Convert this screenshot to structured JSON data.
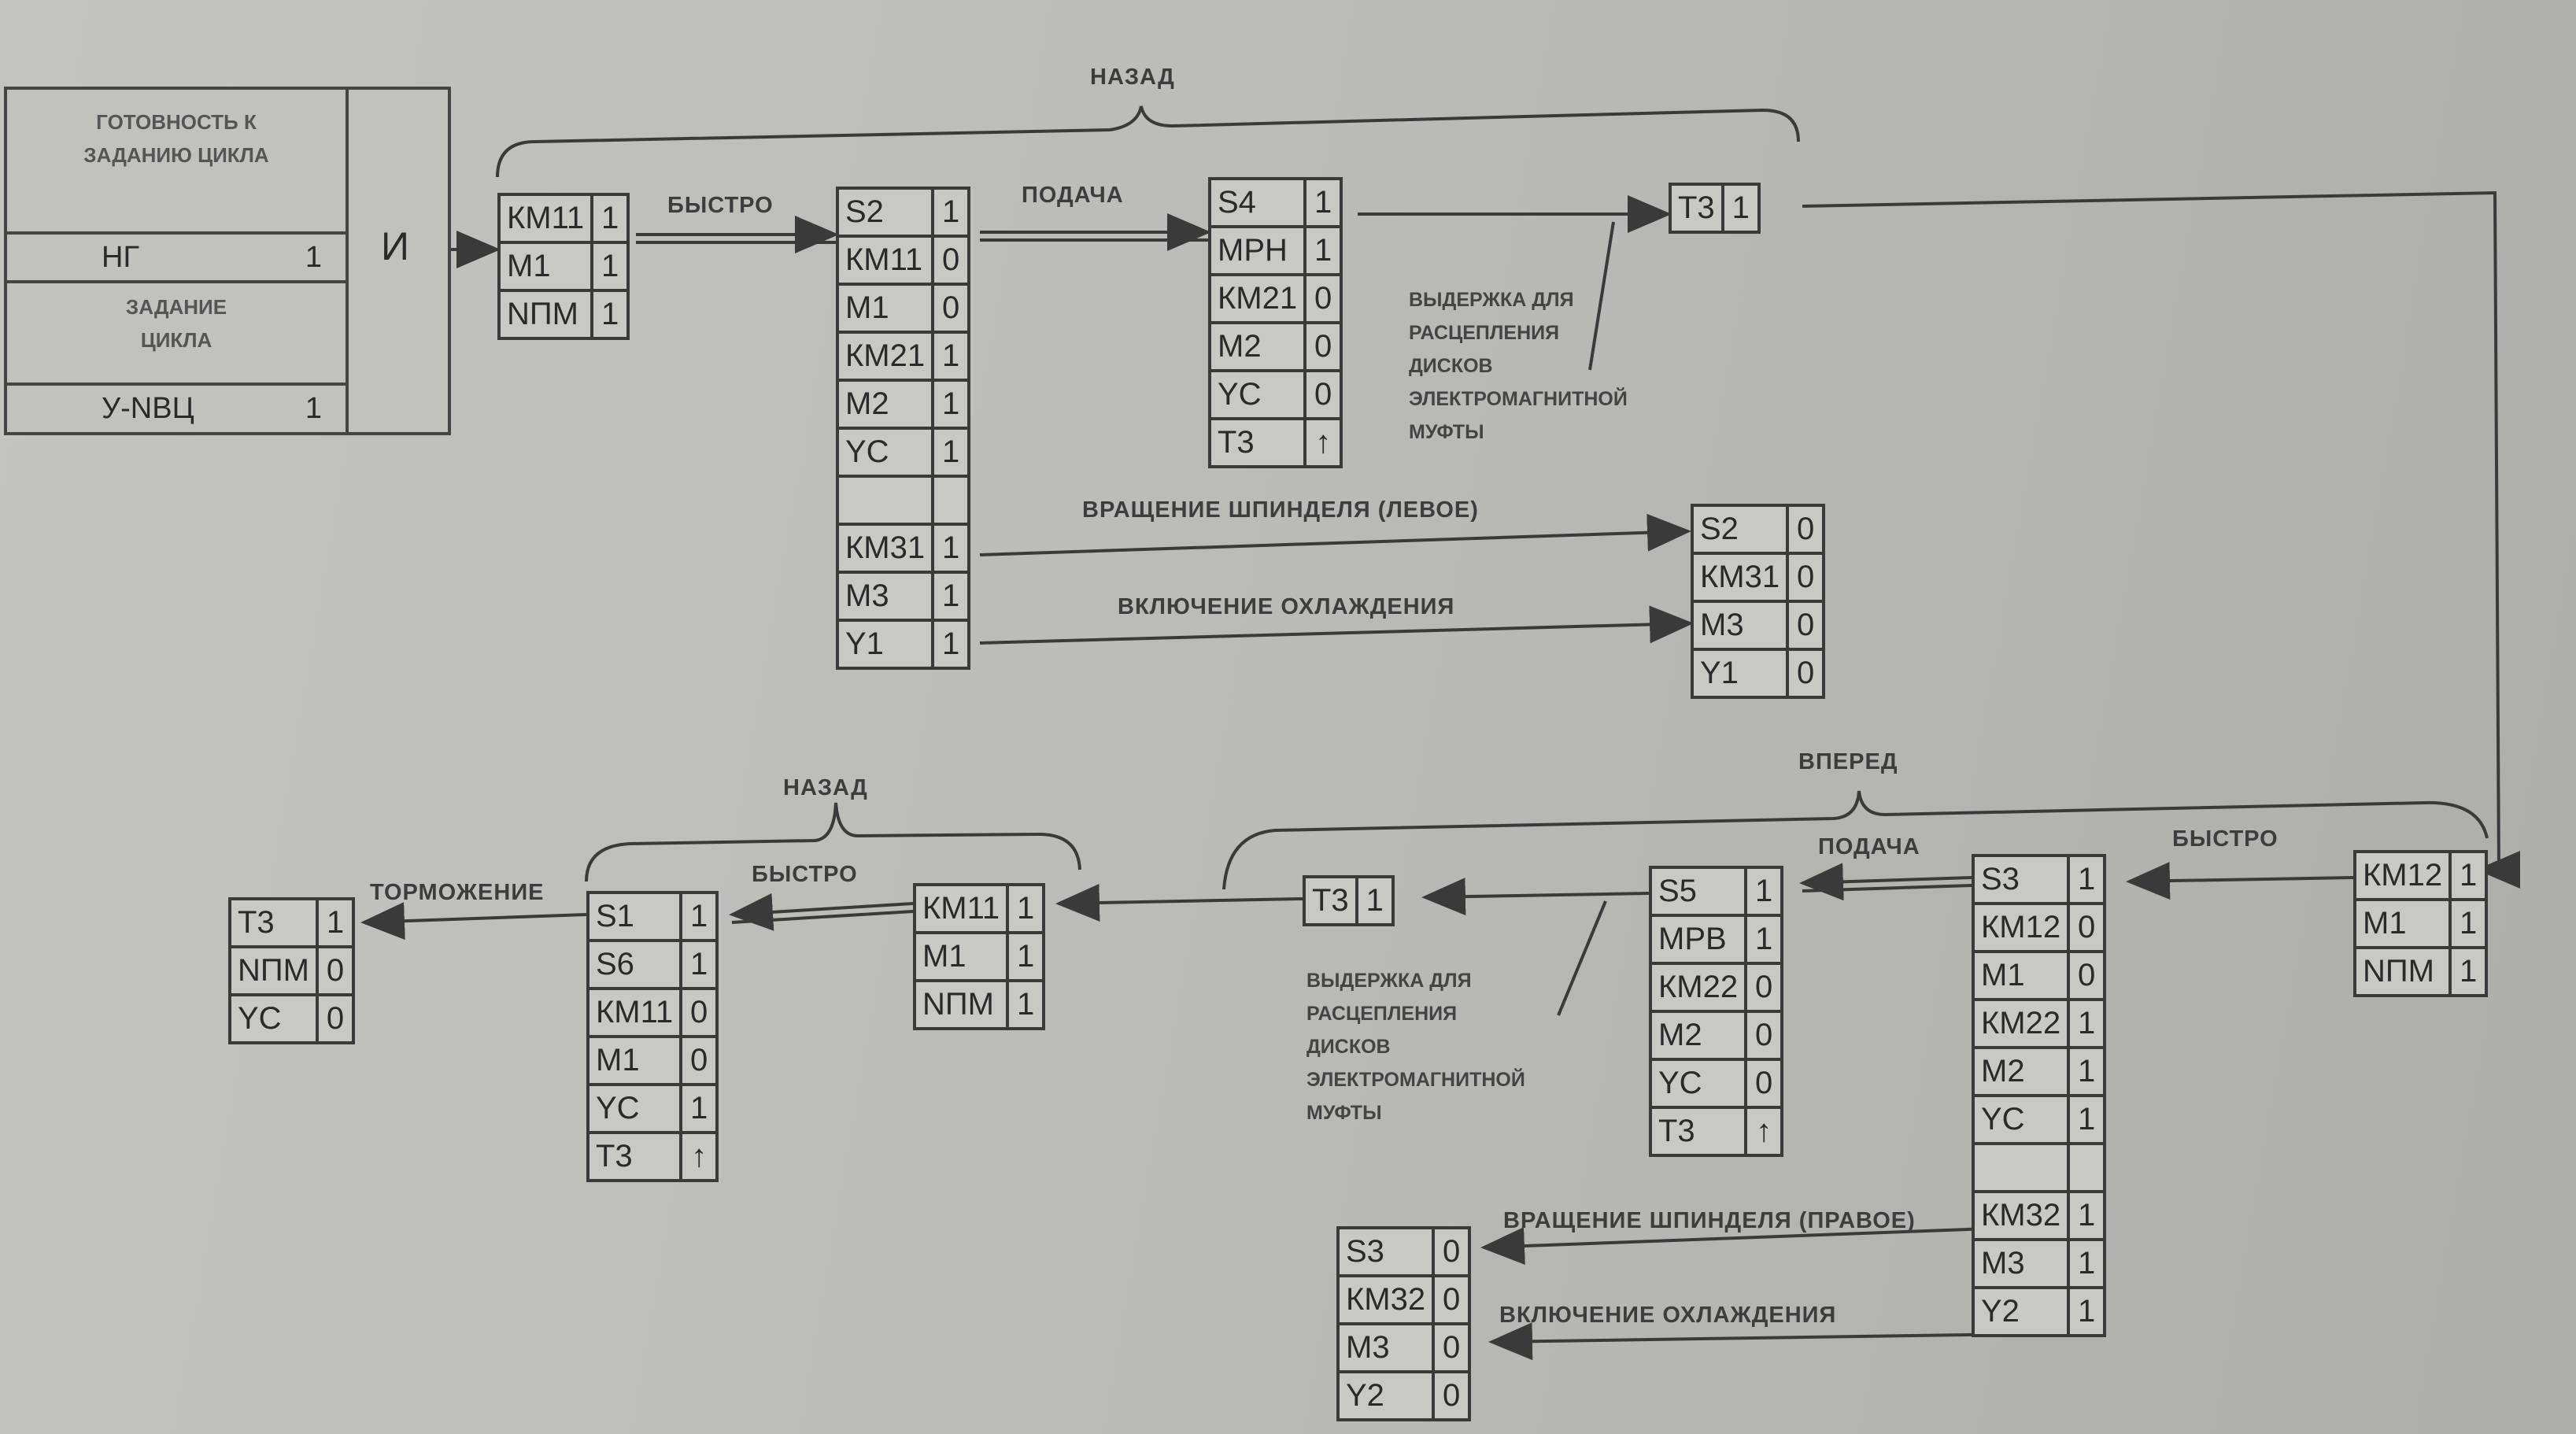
{
  "and_block": {
    "ready_label": "ГОТОВНОСТЬ К ЗАДАНИЮ ЦИКЛА",
    "ng_signal": "НГ",
    "ng_value": "1",
    "set_label": "ЗАДАНИЕ ЦИКЛА",
    "unvc_signal": "У-NBЦ",
    "unvc_value": "1",
    "operator": "И"
  },
  "labels": {
    "nazad_top": "НАЗАД",
    "bystro_1": "БЫСТРО",
    "podacha_1": "ПОДАЧА",
    "spindle_left": "ВРАЩЕНИЕ ШПИНДЕЛЯ (ЛЕВОЕ)",
    "cooling_1": "ВКЛЮЧЕНИЕ ОХЛАЖДЕНИЯ",
    "vpered": "ВПЕРЕД",
    "nazad_bottom": "НАЗАД",
    "bystro_2": "БЫСТРО",
    "tormozhenie": "ТОРМОЖЕНИЕ",
    "podacha_2": "ПОДАЧА",
    "bystro_3": "БЫСТРО",
    "spindle_right": "ВРАЩЕНИЕ ШПИНДЕЛЯ (ПРАВОЕ)",
    "cooling_2": "ВКЛЮЧЕНИЕ ОХЛАЖДЕНИЯ",
    "delay_1": "ВЫДЕРЖКА ДЛЯ\nРАСЦЕПЛЕНИЯ\nДИСКОВ\nЭЛЕКТРОМАГНИТНОЙ\nМУФТЫ",
    "delay_2": "ВЫДЕРЖКА ДЛЯ\nРАСЦЕПЛЕНИЯ\nДИСКОВ\nЭЛЕКТРОМАГНИТНОЙ\nМУФТЫ"
  },
  "states": {
    "st1": [
      [
        "КМ11",
        "1"
      ],
      [
        "М1",
        "1"
      ],
      [
        "NПМ",
        "1"
      ]
    ],
    "st2": [
      [
        "S2",
        "1"
      ],
      [
        "КМ11",
        "0"
      ],
      [
        "М1",
        "0"
      ],
      [
        "КМ21",
        "1"
      ],
      [
        "М2",
        "1"
      ],
      [
        "YC",
        "1"
      ],
      [
        "",
        ""
      ],
      [
        "КМ31",
        "1"
      ],
      [
        "М3",
        "1"
      ],
      [
        "Y1",
        "1"
      ]
    ],
    "st3": [
      [
        "S4",
        "1"
      ],
      [
        "МРН",
        "1"
      ],
      [
        "КМ21",
        "0"
      ],
      [
        "М2",
        "0"
      ],
      [
        "YC",
        "0"
      ],
      [
        "Т3",
        "↑"
      ]
    ],
    "st4": [
      [
        "Т3",
        "1"
      ]
    ],
    "st5": [
      [
        "S2",
        "0"
      ],
      [
        "КМ31",
        "0"
      ],
      [
        "М3",
        "0"
      ],
      [
        "Y1",
        "0"
      ]
    ],
    "st6": [
      [
        "КМ12",
        "1"
      ],
      [
        "М1",
        "1"
      ],
      [
        "NПМ",
        "1"
      ]
    ],
    "st7": [
      [
        "S3",
        "1"
      ],
      [
        "КМ12",
        "0"
      ],
      [
        "М1",
        "0"
      ],
      [
        "КМ22",
        "1"
      ],
      [
        "М2",
        "1"
      ],
      [
        "YC",
        "1"
      ],
      [
        "",
        ""
      ],
      [
        "КМ32",
        "1"
      ],
      [
        "М3",
        "1"
      ],
      [
        "Y2",
        "1"
      ]
    ],
    "st8": [
      [
        "S5",
        "1"
      ],
      [
        "МРВ",
        "1"
      ],
      [
        "КМ22",
        "0"
      ],
      [
        "М2",
        "0"
      ],
      [
        "YC",
        "0"
      ],
      [
        "Т3",
        "↑"
      ]
    ],
    "st9": [
      [
        "Т3",
        "1"
      ]
    ],
    "st10": [
      [
        "КМ11",
        "1"
      ],
      [
        "М1",
        "1"
      ],
      [
        "NПМ",
        "1"
      ]
    ],
    "st11": [
      [
        "S1",
        "1"
      ],
      [
        "S6",
        "1"
      ],
      [
        "КМ11",
        "0"
      ],
      [
        "М1",
        "0"
      ],
      [
        "YC",
        "1"
      ],
      [
        "Т3",
        "↑"
      ]
    ],
    "st12": [
      [
        "Т3",
        "1"
      ],
      [
        "NПМ",
        "0"
      ],
      [
        "YC",
        "0"
      ]
    ],
    "st13": [
      [
        "S3",
        "0"
      ],
      [
        "КМ32",
        "0"
      ],
      [
        "М3",
        "0"
      ],
      [
        "Y2",
        "0"
      ]
    ]
  }
}
